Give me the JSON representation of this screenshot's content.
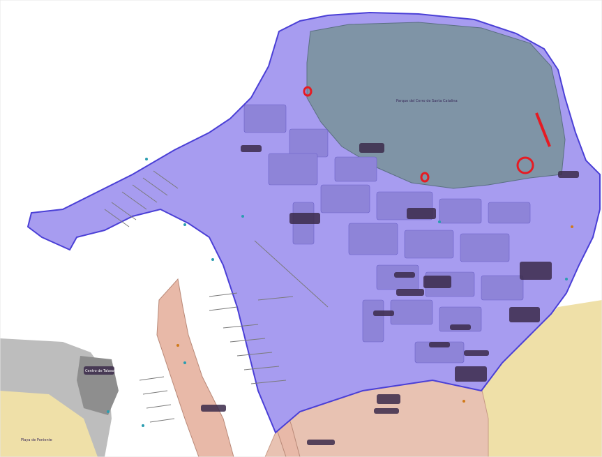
{
  "map": {
    "labels": {
      "park": "Parque del Cerro de Santa Catalina",
      "beach_left": "Playa de Poniente",
      "center_left": "Centro de Talasoterapia"
    },
    "colors": {
      "district_fill": "#a79cf0",
      "district_stroke": "#4a3fd6",
      "park_fill": "#7f94a6",
      "south_fill": "#e8c2b2",
      "sand": "#efe0a8",
      "gray_block": "#9a9a9a",
      "markers": "#e61b23"
    }
  }
}
